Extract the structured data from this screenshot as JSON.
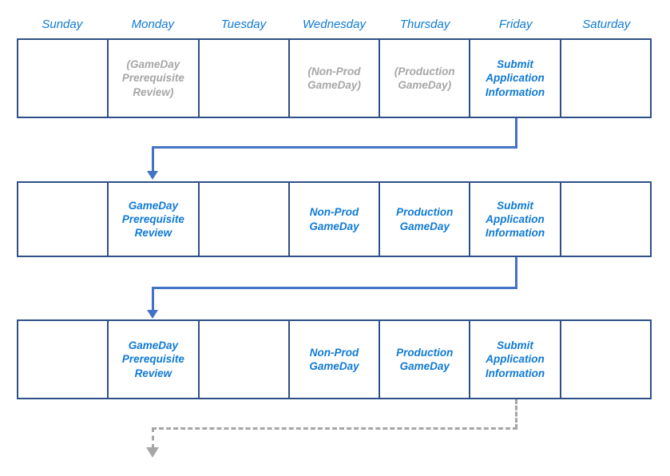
{
  "diagram": {
    "title": "GameDay weekly schedule repeating calendar",
    "colors": {
      "grid_border": "#2E5086",
      "active_text": "#0F7AD4",
      "placeholder_text": "#A6A6A6",
      "solid_connector": "#4472C4",
      "dashed_connector": "#A6A6A6"
    }
  },
  "calendar": {
    "day_headers": [
      "Sunday",
      "Monday",
      "Tuesday",
      "Wednesday",
      "Thursday",
      "Friday",
      "Saturday"
    ],
    "weeks": [
      {
        "name": "week-1",
        "cells": [
          {
            "label": "",
            "state": "empty"
          },
          {
            "label": "(GameDay Prerequisite Review)",
            "state": "placeholder"
          },
          {
            "label": "",
            "state": "empty"
          },
          {
            "label": "(Non-Prod GameDay)",
            "state": "placeholder"
          },
          {
            "label": "(Production GameDay)",
            "state": "placeholder"
          },
          {
            "label": "Submit Application Information",
            "state": "active"
          },
          {
            "label": "",
            "state": "empty"
          }
        ]
      },
      {
        "name": "week-2",
        "cells": [
          {
            "label": "",
            "state": "empty"
          },
          {
            "label": "GameDay Prerequisite Review",
            "state": "active"
          },
          {
            "label": "",
            "state": "empty"
          },
          {
            "label": "Non-Prod GameDay",
            "state": "active"
          },
          {
            "label": "Production GameDay",
            "state": "active"
          },
          {
            "label": "Submit Application Information",
            "state": "active"
          },
          {
            "label": "",
            "state": "empty"
          }
        ]
      },
      {
        "name": "week-3",
        "cells": [
          {
            "label": "",
            "state": "empty"
          },
          {
            "label": "GameDay Prerequisite Review",
            "state": "active"
          },
          {
            "label": "",
            "state": "empty"
          },
          {
            "label": "Non-Prod GameDay",
            "state": "active"
          },
          {
            "label": "Production GameDay",
            "state": "active"
          },
          {
            "label": "Submit Application Information",
            "state": "active"
          },
          {
            "label": "",
            "state": "empty"
          }
        ]
      }
    ],
    "connectors": [
      {
        "name": "friday-week1-to-monday-week2",
        "style": "solid",
        "from": "Friday",
        "to": "Monday"
      },
      {
        "name": "friday-week2-to-monday-week3",
        "style": "solid",
        "from": "Friday",
        "to": "Monday"
      },
      {
        "name": "friday-week3-to-next-cycle",
        "style": "dashed",
        "from": "Friday",
        "to": "Monday"
      }
    ]
  }
}
